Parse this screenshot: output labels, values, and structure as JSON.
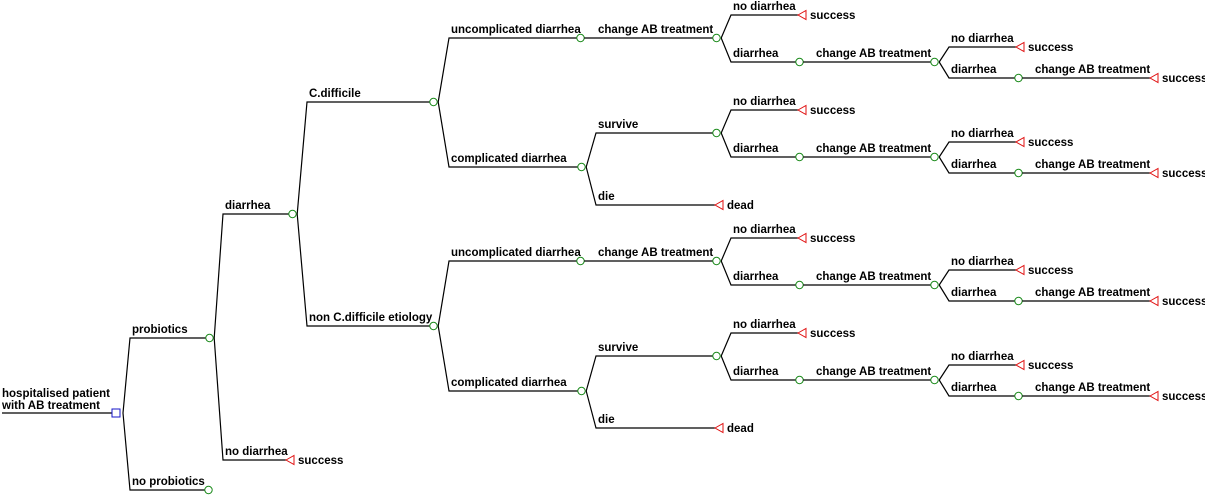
{
  "root": {
    "label_lines": [
      "hospitalised patient",
      "with AB treatment"
    ],
    "children": [
      {
        "label": "probiotics",
        "children": [
          {
            "label": "diarrhea",
            "children": [
              {
                "label": "C.difficile",
                "children": [
                  {
                    "label": "uncomplicated diarrhea",
                    "children": [
                      {
                        "label": "change AB treatment",
                        "children": [
                          {
                            "label": "no diarrhea",
                            "terminal": "success"
                          },
                          {
                            "label": "diarrhea",
                            "children": [
                              {
                                "label": "change AB treatment",
                                "children": [
                                  {
                                    "label": "no diarrhea",
                                    "terminal": "success"
                                  },
                                  {
                                    "label": "diarrhea",
                                    "children": [
                                      {
                                        "label": "change AB treatment",
                                        "terminal": "success"
                                      }
                                    ]
                                  }
                                ]
                              }
                            ]
                          }
                        ]
                      }
                    ]
                  },
                  {
                    "label": "complicated diarrhea",
                    "children": [
                      {
                        "label": "survive",
                        "children": [
                          {
                            "label": "no diarrhea",
                            "terminal": "success"
                          },
                          {
                            "label": "diarrhea",
                            "children": [
                              {
                                "label": "change AB treatment",
                                "children": [
                                  {
                                    "label": "no diarrhea",
                                    "terminal": "success"
                                  },
                                  {
                                    "label": "diarrhea",
                                    "children": [
                                      {
                                        "label": "change AB treatment",
                                        "terminal": "success"
                                      }
                                    ]
                                  }
                                ]
                              }
                            ]
                          }
                        ]
                      },
                      {
                        "label": "die",
                        "terminal": "dead"
                      }
                    ]
                  }
                ]
              },
              {
                "label": "non C.difficile etiology",
                "children": [
                  {
                    "label": "uncomplicated diarrhea",
                    "children": [
                      {
                        "label": "change AB treatment",
                        "children": [
                          {
                            "label": "no diarrhea",
                            "terminal": "success"
                          },
                          {
                            "label": "diarrhea",
                            "children": [
                              {
                                "label": "change AB treatment",
                                "children": [
                                  {
                                    "label": "no diarrhea",
                                    "terminal": "success"
                                  },
                                  {
                                    "label": "diarrhea",
                                    "children": [
                                      {
                                        "label": "change AB treatment",
                                        "terminal": "success"
                                      }
                                    ]
                                  }
                                ]
                              }
                            ]
                          }
                        ]
                      }
                    ]
                  },
                  {
                    "label": "complicated diarrhea",
                    "children": [
                      {
                        "label": "survive",
                        "children": [
                          {
                            "label": "no diarrhea",
                            "terminal": "success"
                          },
                          {
                            "label": "diarrhea",
                            "children": [
                              {
                                "label": "change AB treatment",
                                "children": [
                                  {
                                    "label": "no diarrhea",
                                    "terminal": "success"
                                  },
                                  {
                                    "label": "diarrhea",
                                    "children": [
                                      {
                                        "label": "change AB treatment",
                                        "terminal": "success"
                                      }
                                    ]
                                  }
                                ]
                              }
                            ]
                          }
                        ]
                      },
                      {
                        "label": "die",
                        "terminal": "dead"
                      }
                    ]
                  }
                ]
              }
            ]
          },
          {
            "label": "no diarrhea",
            "terminal": "success"
          }
        ]
      },
      {
        "label": "no probiotics"
      }
    ]
  },
  "colors": {
    "edge": "#000000",
    "chance_node": "#1a8a1a",
    "decision_node": "#1515c8",
    "terminal_node": "#e01010"
  }
}
